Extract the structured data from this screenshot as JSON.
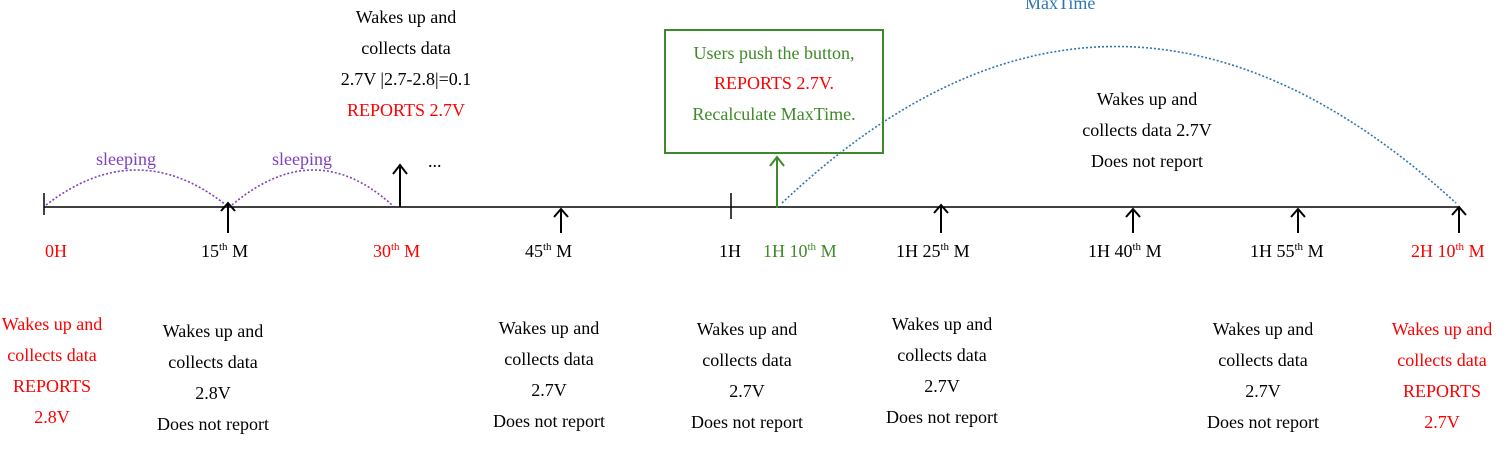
{
  "colors": {
    "red": "#ff0000",
    "green": "#3e8a2a",
    "purple": "#7f3fbf",
    "blue": "#2e75b6",
    "black": "#000000"
  },
  "ticks": {
    "t0": {
      "pre": "0H",
      "sup": "",
      "post": ""
    },
    "t15": {
      "pre": "15",
      "sup": "th",
      "post": " M"
    },
    "t30": {
      "pre": "30",
      "sup": "th",
      "post": " M"
    },
    "t45": {
      "pre": "45",
      "sup": "th",
      "post": " M"
    },
    "t1h": {
      "pre": "1H",
      "sup": "",
      "post": ""
    },
    "t1h10": {
      "pre": "1H 10",
      "sup": "th",
      "post": " M"
    },
    "t1h25": {
      "pre": "1H 25",
      "sup": "th",
      "post": " M"
    },
    "t1h40": {
      "pre": "1H 40",
      "sup": "th",
      "post": " M"
    },
    "t1h55": {
      "pre": "1H 55",
      "sup": "th",
      "post": " M"
    },
    "t2h10": {
      "pre": "2H 10",
      "sup": "th",
      "post": " M"
    }
  },
  "arcs": {
    "sleep1": "sleeping",
    "sleep2": "sleeping",
    "maxtime": "MaxTime"
  },
  "ellipsis": "...",
  "top_30": {
    "line1": "Wakes up and",
    "line2": "collects data",
    "line3": "2.7V |2.7-2.8|=0.1",
    "line4": "REPORTS 2.7V"
  },
  "callout": {
    "line1": "Users push the button,",
    "line2": "REPORTS 2.7V.",
    "line3": "Recalculate MaxTime."
  },
  "top_mid": {
    "line1": "Wakes up and",
    "line2": "collects data 2.7V",
    "line3": "Does not report"
  },
  "bottom": {
    "b0": [
      "Wakes up and",
      "collects data",
      "REPORTS",
      "2.8V"
    ],
    "b15": [
      "Wakes up and",
      "collects data",
      "2.8V",
      "Does not report"
    ],
    "b45": [
      "Wakes up and",
      "collects data",
      "2.7V",
      "Does not report"
    ],
    "b1h": [
      "Wakes up and",
      "collects data",
      "2.7V",
      "Does not report"
    ],
    "b1h25": [
      "Wakes up and",
      "collects data",
      "2.7V",
      "Does not report"
    ],
    "b1h55": [
      "Wakes up and",
      "collects data",
      "2.7V",
      "Does not report"
    ],
    "b2h10": [
      "Wakes up and",
      "collects data",
      "REPORTS",
      "2.7V"
    ]
  }
}
